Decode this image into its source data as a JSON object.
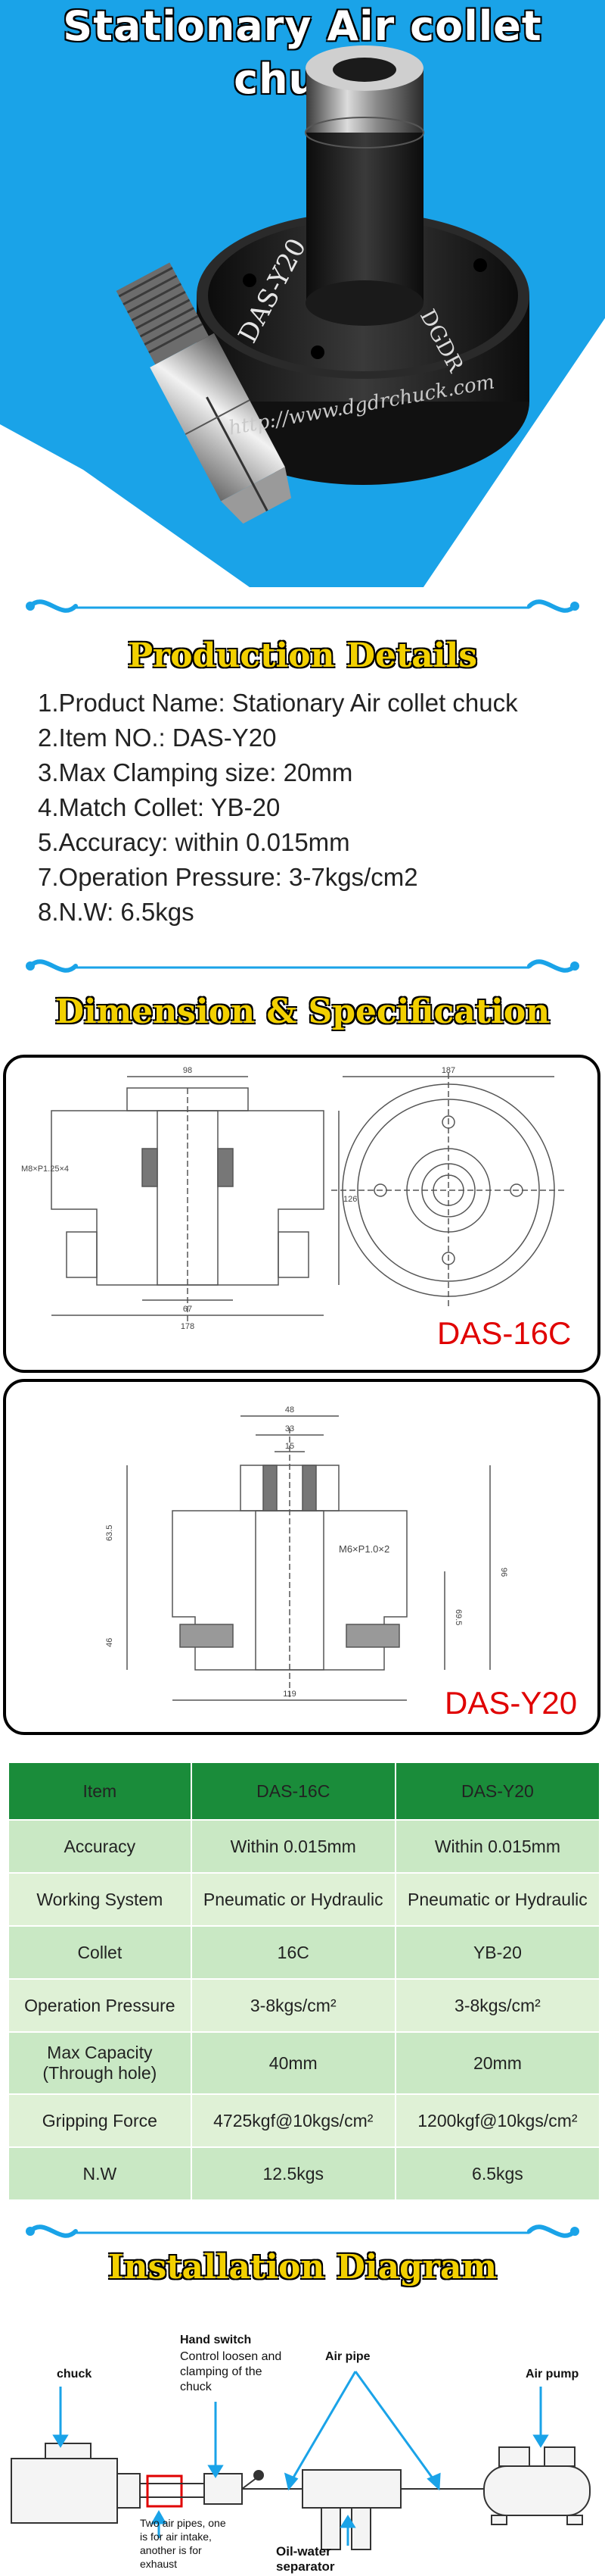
{
  "hero": {
    "title": "Stationary Air collet chuck",
    "body_marking": "DAS-Y20",
    "brand_marking": "DGDR",
    "watermark": "http://www.dgdrchuck.com"
  },
  "sections": {
    "production_details": "Production Details",
    "dimension": "Dimension & Specification",
    "installation": "Installation Diagram"
  },
  "details": [
    "1.Product Name: Stationary Air collet chuck",
    "2.Item NO.: DAS-Y20",
    "3.Max Clamping size: 20mm",
    "4.Match Collet: YB-20",
    "5.Accuracy: within 0.015mm",
    "7.Operation Pressure: 3-7kgs/cm2",
    "8.N.W: 6.5kgs"
  ],
  "drawings": {
    "das16c": {
      "label": "DAS-16C",
      "dims": {
        "top": "98",
        "side": "187",
        "thread": "M8×P1.25×4",
        "h1": "126",
        "bottom": "67",
        "base": "178"
      }
    },
    "dasy20": {
      "label": "DAS-Y20",
      "dims": {
        "w1": "48",
        "w2": "33",
        "w3": "15",
        "thread": "M6×P1.0×2",
        "h1": "63.5",
        "h2": "46",
        "h3": "96",
        "h4": "69.5",
        "base": "119"
      }
    }
  },
  "table": {
    "headers": [
      "Item",
      "DAS-16C",
      "DAS-Y20"
    ],
    "rows": [
      [
        "Accuracy",
        "Within 0.015mm",
        "Within 0.015mm"
      ],
      [
        "Working System",
        "Pneumatic or Hydraulic",
        "Pneumatic or Hydraulic"
      ],
      [
        "Collet",
        "16C",
        "YB-20"
      ],
      [
        "Operation Pressure",
        "3-8kgs/cm²",
        "3-8kgs/cm²"
      ],
      [
        "Max Capacity\n(Through hole)",
        "40mm",
        "20mm"
      ],
      [
        "Gripping Force",
        "4725kgf@10kgs/cm²",
        "1200kgf@10kgs/cm²"
      ],
      [
        "N.W",
        "12.5kgs",
        "6.5kgs"
      ]
    ]
  },
  "installation": {
    "chuck": "chuck",
    "hand_switch_title": "Hand switch",
    "hand_switch_desc": [
      "Control loosen and",
      "clamping of the",
      "chuck"
    ],
    "air_pipe": "Air pipe",
    "air_pump": "Air pump",
    "oil_water": [
      "Oil-water",
      "separator"
    ],
    "two_pipes": [
      "Two air pipes, one",
      "is for air intake,",
      "another is for",
      "exhaust"
    ]
  },
  "colors": {
    "blue": "#1aa3e8",
    "title_yellow": "#f2d000",
    "table_header": "#1a8c3a",
    "label_red": "#e00000"
  }
}
